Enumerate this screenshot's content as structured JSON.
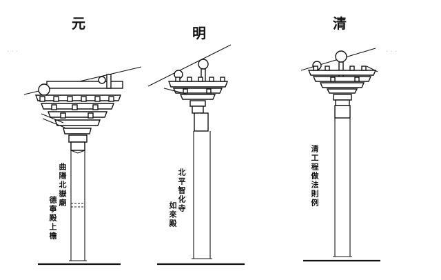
{
  "diagram": {
    "columns": [
      {
        "dynasty": "元",
        "caption_main": "曲陽北嶽廟",
        "caption_sub": "德寧殿上檐"
      },
      {
        "dynasty": "明",
        "caption_main": "北平智化寺",
        "caption_sub": "如來殿"
      },
      {
        "dynasty": "清",
        "caption_main": "清工程做法則例",
        "caption_sub": ""
      }
    ]
  }
}
